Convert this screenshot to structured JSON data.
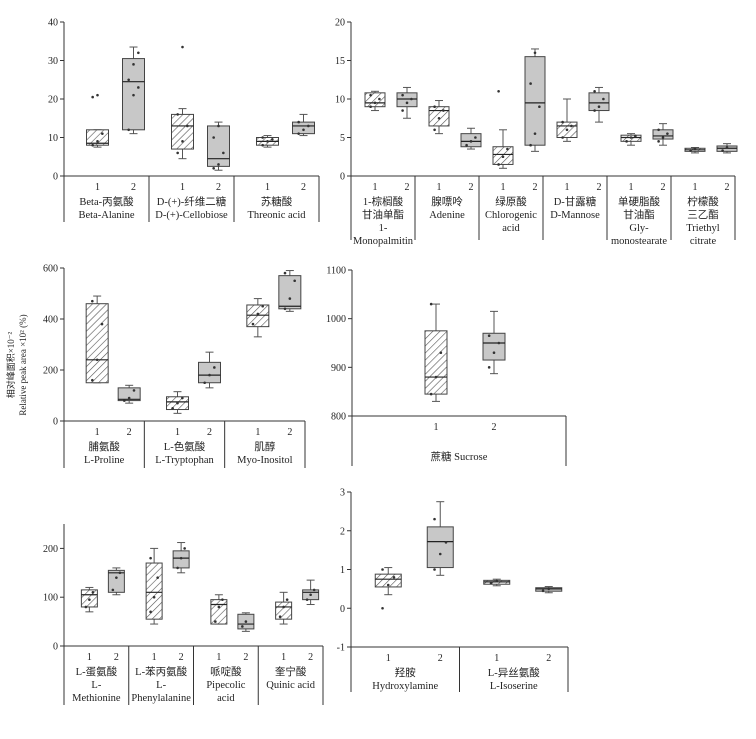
{
  "ylabel_cn": "相对峰面积×10⁻²",
  "ylabel_en": "Relative peak area ×10² (%)",
  "colors": {
    "sample1_fill": "#ffffff",
    "sample1_hatch": "#555555",
    "sample2_fill": "#c8c8c8",
    "axis": "#333333"
  },
  "chart_data": [
    {
      "type": "box",
      "ylim": [
        0,
        40
      ],
      "yticks": [
        0,
        10,
        20,
        30,
        40
      ],
      "groups": [
        {
          "labels": [
            "Beta-丙氨酸",
            "Beta-Alanine"
          ],
          "boxes": [
            {
              "sample": "1",
              "min": 7.5,
              "q1": 8,
              "median": 8.5,
              "q3": 12,
              "max": 12,
              "points": [
                8,
                9,
                11,
                20.5,
                21
              ]
            },
            {
              "sample": "2",
              "min": 11,
              "q1": 12,
              "median": 24.5,
              "q3": 30.5,
              "max": 33.5,
              "points": [
                12,
                21,
                23,
                25,
                29,
                32
              ]
            }
          ]
        },
        {
          "labels": [
            "D-(+)-纤维二糖",
            "D-(+)-Cellobiose"
          ],
          "boxes": [
            {
              "sample": "1",
              "min": 4.5,
              "q1": 7,
              "median": 13,
              "q3": 16,
              "max": 17.5,
              "points": [
                6,
                9,
                13,
                16,
                33.5
              ]
            },
            {
              "sample": "2",
              "min": 1.5,
              "q1": 2.5,
              "median": 4.5,
              "q3": 13,
              "max": 14,
              "points": [
                2,
                3,
                6,
                10,
                13
              ]
            }
          ]
        },
        {
          "labels": [
            "苏糖酸",
            "Threonic acid"
          ],
          "boxes": [
            {
              "sample": "1",
              "min": 7.5,
              "q1": 8,
              "median": 9,
              "q3": 10,
              "max": 10.5,
              "points": [
                8,
                9,
                9.5,
                10
              ]
            },
            {
              "sample": "2",
              "min": 10.5,
              "q1": 11,
              "median": 13,
              "q3": 14,
              "max": 16,
              "points": [
                11,
                12,
                13,
                14
              ]
            }
          ]
        }
      ]
    },
    {
      "type": "box",
      "ylim": [
        0,
        20
      ],
      "yticks": [
        0,
        5,
        10,
        15,
        20
      ],
      "groups": [
        {
          "labels": [
            "1-棕榈酸",
            "甘油单酯",
            "1-",
            "Monopalmitin"
          ],
          "boxes": [
            {
              "sample": "1",
              "min": 8.5,
              "q1": 9,
              "median": 9.5,
              "q3": 10.8,
              "max": 11,
              "points": [
                9,
                9.5,
                10,
                10.5
              ]
            },
            {
              "sample": "2",
              "min": 7.5,
              "q1": 9,
              "median": 10,
              "q3": 10.8,
              "max": 11.5,
              "points": [
                8.5,
                9.5,
                10,
                10.5
              ]
            }
          ]
        },
        {
          "labels": [
            "腺嘌呤",
            "Adenine"
          ],
          "boxes": [
            {
              "sample": "1",
              "min": 5.5,
              "q1": 6.5,
              "median": 8.5,
              "q3": 9,
              "max": 9.8,
              "points": [
                6,
                7.5,
                8.5,
                9
              ]
            },
            {
              "sample": "2",
              "min": 3.5,
              "q1": 3.8,
              "median": 4.5,
              "q3": 5.5,
              "max": 6.2,
              "points": [
                4,
                4.5,
                5
              ]
            }
          ]
        },
        {
          "labels": [
            "绿原酸",
            "Chlorogenic",
            "acid"
          ],
          "boxes": [
            {
              "sample": "1",
              "min": 1,
              "q1": 1.5,
              "median": 2.8,
              "q3": 3.8,
              "max": 6,
              "points": [
                1.5,
                2.5,
                3.5,
                11
              ]
            },
            {
              "sample": "2",
              "min": 3.2,
              "q1": 4,
              "median": 9.5,
              "q3": 15.5,
              "max": 16.5,
              "points": [
                4,
                5.5,
                9,
                12,
                16
              ]
            }
          ]
        },
        {
          "labels": [
            "D-甘露糖",
            "D-Mannose"
          ],
          "boxes": [
            {
              "sample": "1",
              "min": 4.5,
              "q1": 5,
              "median": 6.5,
              "q3": 7,
              "max": 10,
              "points": [
                5,
                6,
                6.5,
                7
              ]
            },
            {
              "sample": "2",
              "min": 7,
              "q1": 8.5,
              "median": 9.5,
              "q3": 10.8,
              "max": 11.5,
              "points": [
                8.5,
                9,
                10,
                11
              ]
            }
          ]
        },
        {
          "labels": [
            "单硬脂酸",
            "甘油酯",
            "Gly-",
            "monostearate"
          ],
          "boxes": [
            {
              "sample": "1",
              "min": 4,
              "q1": 4.5,
              "median": 5,
              "q3": 5.3,
              "max": 5.5,
              "points": [
                4.5,
                5,
                5.2
              ]
            },
            {
              "sample": "2",
              "min": 4,
              "q1": 4.8,
              "median": 5.2,
              "q3": 6,
              "max": 6.8,
              "points": [
                4.5,
                5,
                5.5,
                6
              ]
            }
          ]
        },
        {
          "labels": [
            "柠檬酸",
            "三乙酯",
            "Triethyl",
            "citrate"
          ],
          "boxes": [
            {
              "sample": "1",
              "min": 3,
              "q1": 3.2,
              "median": 3.4,
              "q3": 3.6,
              "max": 3.7,
              "points": [
                3.3,
                3.5
              ]
            },
            {
              "sample": "2",
              "min": 3,
              "q1": 3.2,
              "median": 3.6,
              "q3": 3.9,
              "max": 4.2,
              "points": [
                3.3,
                3.7
              ]
            }
          ]
        }
      ]
    },
    {
      "type": "box",
      "ylim": [
        0,
        600
      ],
      "yticks": [
        0,
        200,
        400,
        600
      ],
      "groups": [
        {
          "labels": [
            "脯氨酸",
            "L-Proline"
          ],
          "boxes": [
            {
              "sample": "1",
              "min": 150,
              "q1": 150,
              "median": 240,
              "q3": 460,
              "max": 490,
              "points": [
                160,
                240,
                380,
                470
              ]
            },
            {
              "sample": "2",
              "min": 70,
              "q1": 80,
              "median": 85,
              "q3": 130,
              "max": 140,
              "points": [
                80,
                90,
                120
              ]
            }
          ]
        },
        {
          "labels": [
            "L-色氨酸",
            "L-Tryptophan"
          ],
          "boxes": [
            {
              "sample": "1",
              "min": 30,
              "q1": 45,
              "median": 75,
              "q3": 95,
              "max": 115,
              "points": [
                50,
                70,
                90
              ]
            },
            {
              "sample": "2",
              "min": 130,
              "q1": 150,
              "median": 180,
              "q3": 230,
              "max": 270,
              "points": [
                150,
                180,
                210
              ]
            }
          ]
        },
        {
          "labels": [
            "肌醇",
            "Myo-Inositol"
          ],
          "boxes": [
            {
              "sample": "1",
              "min": 330,
              "q1": 370,
              "median": 415,
              "q3": 455,
              "max": 480,
              "points": [
                380,
                420,
                450
              ]
            },
            {
              "sample": "2",
              "min": 430,
              "q1": 440,
              "median": 450,
              "q3": 570,
              "max": 590,
              "points": [
                440,
                480,
                550,
                580
              ]
            }
          ]
        }
      ]
    },
    {
      "type": "box",
      "ylim": [
        800,
        1100
      ],
      "yticks": [
        800,
        900,
        1000,
        1100
      ],
      "groups": [
        {
          "labels": [
            "蔗糖 Sucrose"
          ],
          "boxes": [
            {
              "sample": "1",
              "min": 830,
              "q1": 845,
              "median": 880,
              "q3": 975,
              "max": 1030,
              "points": [
                845,
                880,
                930,
                1030
              ]
            },
            {
              "sample": "2",
              "min": 887,
              "q1": 915,
              "median": 950,
              "q3": 970,
              "max": 1015,
              "points": [
                900,
                930,
                950,
                965
              ]
            }
          ]
        }
      ]
    },
    {
      "type": "box",
      "ylim": [
        0,
        250
      ],
      "yticks": [
        0,
        100,
        200
      ],
      "groups": [
        {
          "labels": [
            "L-蛋氨酸",
            "L-",
            "Methionine"
          ],
          "boxes": [
            {
              "sample": "1",
              "min": 70,
              "q1": 80,
              "median": 105,
              "q3": 115,
              "max": 120,
              "points": [
                80,
                95,
                110
              ]
            },
            {
              "sample": "2",
              "min": 105,
              "q1": 110,
              "median": 150,
              "q3": 155,
              "max": 160,
              "points": [
                115,
                140,
                150
              ]
            }
          ]
        },
        {
          "labels": [
            "L-苯丙氨酸",
            "L-",
            "Phenylalanine"
          ],
          "boxes": [
            {
              "sample": "1",
              "min": 45,
              "q1": 55,
              "median": 110,
              "q3": 170,
              "max": 200,
              "points": [
                70,
                100,
                140,
                180
              ]
            },
            {
              "sample": "2",
              "min": 150,
              "q1": 160,
              "median": 180,
              "q3": 195,
              "max": 212,
              "points": [
                160,
                180,
                200
              ]
            }
          ]
        },
        {
          "labels": [
            "哌啶酸",
            "Pipecolic",
            "acid"
          ],
          "boxes": [
            {
              "sample": "1",
              "min": 45,
              "q1": 45,
              "median": 85,
              "q3": 95,
              "max": 105,
              "points": [
                50,
                80,
                95
              ]
            },
            {
              "sample": "2",
              "min": 30,
              "q1": 35,
              "median": 45,
              "q3": 65,
              "max": 68,
              "points": [
                40,
                50
              ]
            }
          ]
        },
        {
          "labels": [
            "奎宁酸",
            "Quinic acid"
          ],
          "boxes": [
            {
              "sample": "1",
              "min": 45,
              "q1": 55,
              "median": 80,
              "q3": 90,
              "max": 110,
              "points": [
                60,
                80,
                95
              ]
            },
            {
              "sample": "2",
              "min": 85,
              "q1": 95,
              "median": 110,
              "q3": 115,
              "max": 135,
              "points": [
                95,
                105,
                115
              ]
            }
          ]
        }
      ]
    },
    {
      "type": "box",
      "ylim": [
        -1,
        3
      ],
      "yticks": [
        -1,
        0,
        1,
        2,
        3
      ],
      "groups": [
        {
          "labels": [
            "羟胺",
            "Hydroxylamine"
          ],
          "boxes": [
            {
              "sample": "1",
              "min": 0.35,
              "q1": 0.55,
              "median": 0.75,
              "q3": 0.88,
              "max": 1.05,
              "points": [
                0,
                0.6,
                0.8,
                1.0
              ]
            },
            {
              "sample": "2",
              "min": 0.85,
              "q1": 1.05,
              "median": 1.72,
              "q3": 2.1,
              "max": 2.75,
              "points": [
                1.0,
                1.4,
                1.7,
                2.3
              ]
            }
          ]
        },
        {
          "labels": [
            "L-异丝氨酸",
            "L-Isoserine"
          ],
          "boxes": [
            {
              "sample": "1",
              "min": 0.58,
              "q1": 0.62,
              "median": 0.68,
              "q3": 0.72,
              "max": 0.75,
              "points": [
                0.65,
                0.7
              ]
            },
            {
              "sample": "2",
              "min": 0.4,
              "q1": 0.44,
              "median": 0.5,
              "q3": 0.53,
              "max": 0.56,
              "points": [
                0.45,
                0.5
              ]
            }
          ]
        }
      ]
    }
  ]
}
